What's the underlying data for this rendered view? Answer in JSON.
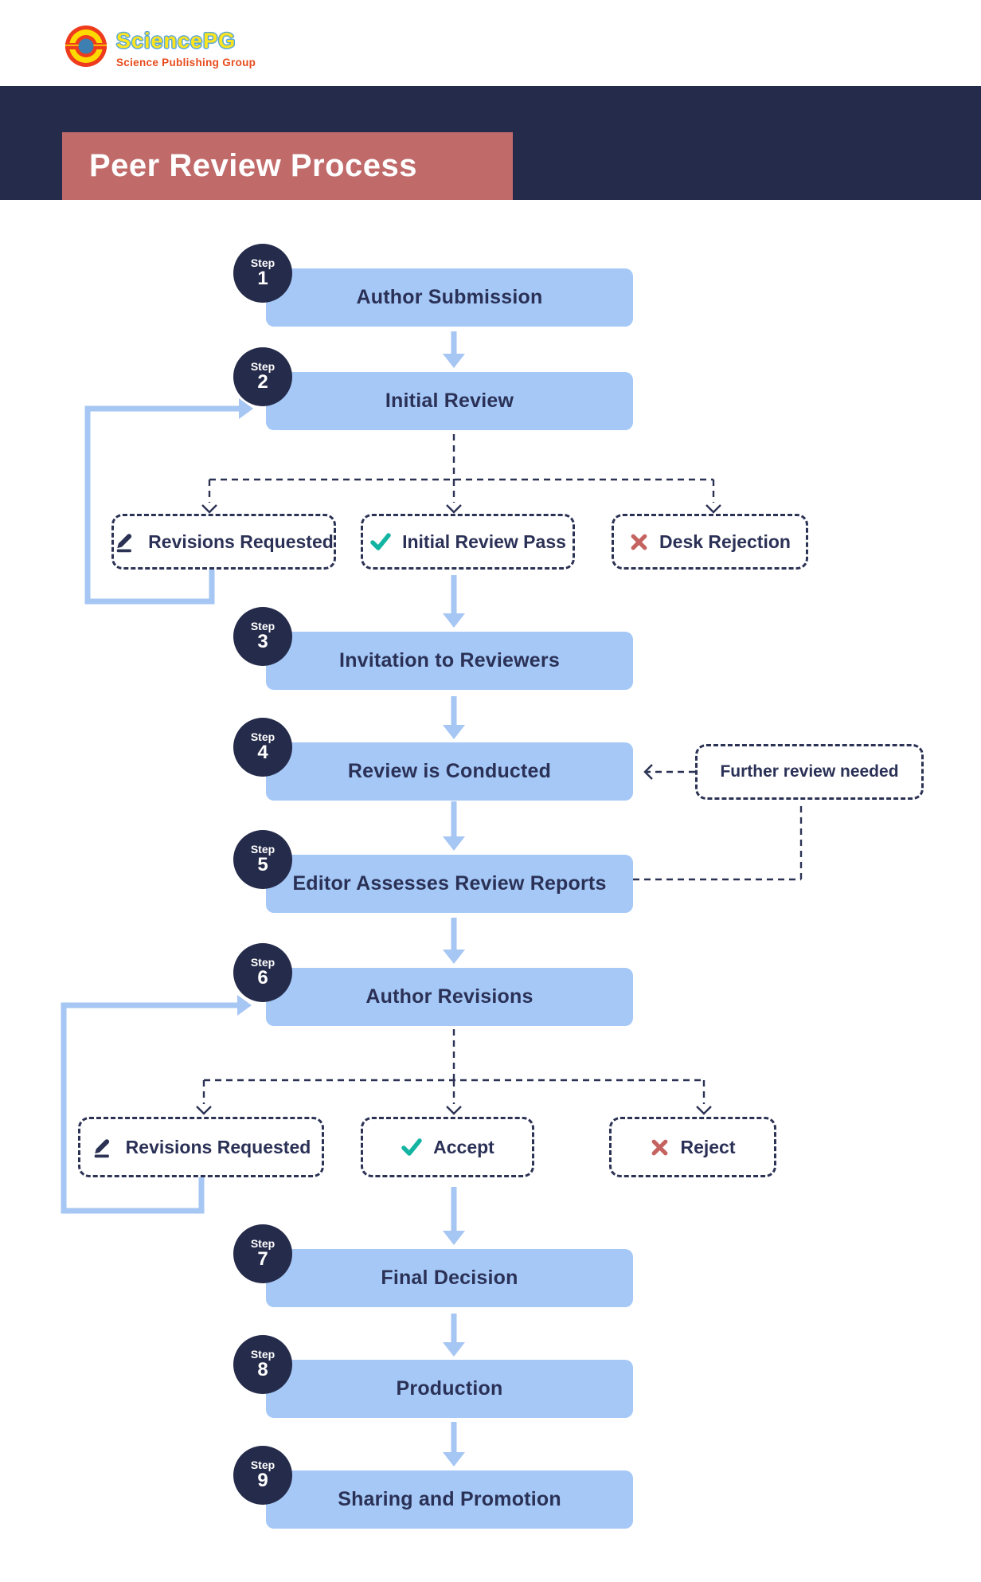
{
  "logo": {
    "brand": "SciencePG",
    "tagline": "Science Publishing Group"
  },
  "banner": {
    "title": "Peer Review Process"
  },
  "steps": [
    {
      "badge": "Step",
      "number": "1",
      "label": "Author Submission"
    },
    {
      "badge": "Step",
      "number": "2",
      "label": "Initial Review"
    },
    {
      "badge": "Step",
      "number": "3",
      "label": "Invitation to Reviewers"
    },
    {
      "badge": "Step",
      "number": "4",
      "label": "Review is Conducted"
    },
    {
      "badge": "Step",
      "number": "5",
      "label": "Editor Assesses Review Reports"
    },
    {
      "badge": "Step",
      "number": "6",
      "label": "Author Revisions"
    },
    {
      "badge": "Step",
      "number": "7",
      "label": "Final Decision"
    },
    {
      "badge": "Step",
      "number": "8",
      "label": "Production"
    },
    {
      "badge": "Step",
      "number": "9",
      "label": "Sharing and Promotion"
    }
  ],
  "initial_review_outcomes": [
    {
      "icon": "pencil-icon",
      "label": "Revisions Requested"
    },
    {
      "icon": "check-icon",
      "label": "Initial Review Pass"
    },
    {
      "icon": "cross-icon",
      "label": "Desk Rejection"
    }
  ],
  "revision_outcomes": [
    {
      "icon": "pencil-icon",
      "label": "Revisions Requested"
    },
    {
      "icon": "check-icon",
      "label": "Accept"
    },
    {
      "icon": "cross-icon",
      "label": "Reject"
    }
  ],
  "note": {
    "label": "Further review needed"
  },
  "colors": {
    "navy_band": "#252b4a",
    "title_rose": "#c06a6a",
    "step_box_blue": "#a5c8f7",
    "arrow_blue": "#a6c6f3",
    "dashed_navy": "#2b3254",
    "text_navy": "#2b3156",
    "check_teal": "#13b5a2",
    "cross_red": "#c4635f"
  }
}
